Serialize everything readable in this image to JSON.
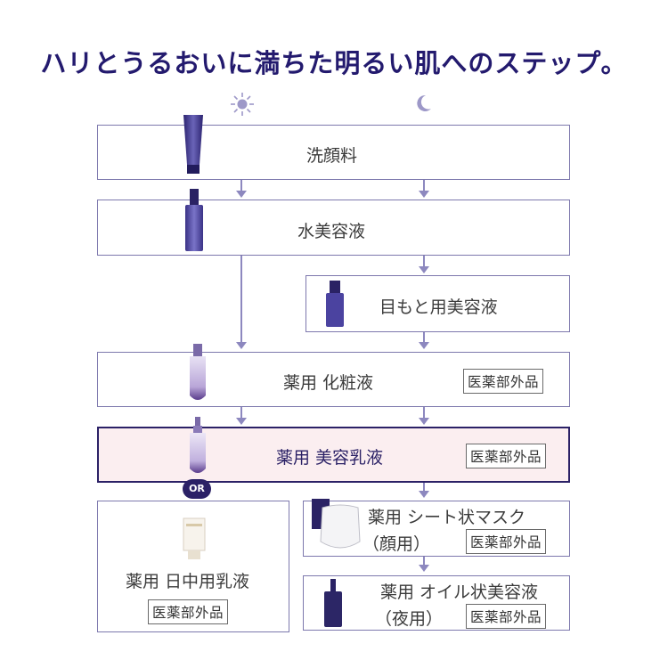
{
  "title": "ハリとうるおいに満ちた明るい肌へのステップ。",
  "icons": {
    "day": "sun-icon",
    "night": "moon-icon"
  },
  "steps": {
    "cleanser": "洗顔料",
    "serum": "水美容液",
    "eye": "目もと用美容液",
    "lotion": "薬用  化粧液",
    "emulsion": "薬用  美容乳液",
    "day_emulsion": "薬用  日中用乳液",
    "mask_line1": "薬用  シート状マスク",
    "mask_line2": "（顔用）",
    "oil_line1": "薬用  オイル状美容液",
    "oil_line2": "（夜用）"
  },
  "badge": "医薬部外品",
  "or_label": "OR",
  "colors": {
    "accent": "#231a6e",
    "line": "#8d88bf",
    "highlight": "#fbeef0"
  }
}
